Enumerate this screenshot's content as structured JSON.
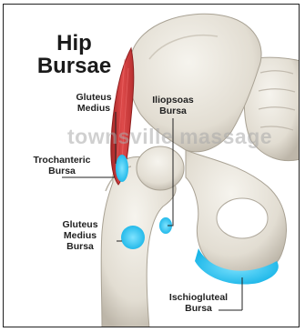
{
  "title": {
    "line1": "Hip",
    "line2": "Bursae"
  },
  "watermark": "townsville massage",
  "labels": {
    "gluteus_medius": {
      "line1": "Gluteus",
      "line2": "Medius"
    },
    "iliopsoas_bursa": {
      "line1": "Iliopsoas",
      "line2": "Bursa"
    },
    "trochanteric_bursa": {
      "line1": "Trochanteric",
      "line2": "Bursa"
    },
    "gluteus_medius_bursa": {
      "line1": "Gluteus",
      "line2": "Medius",
      "line3": "Bursa"
    },
    "ischiogluteal_bursa": {
      "line1": "Ischiogluteal",
      "line2": "Bursa"
    }
  },
  "colors": {
    "bursa": "#2ec4ef",
    "muscle": "#d23c3c",
    "bone": "#e8e4da",
    "bone_shadow": "#b8b2a6"
  }
}
